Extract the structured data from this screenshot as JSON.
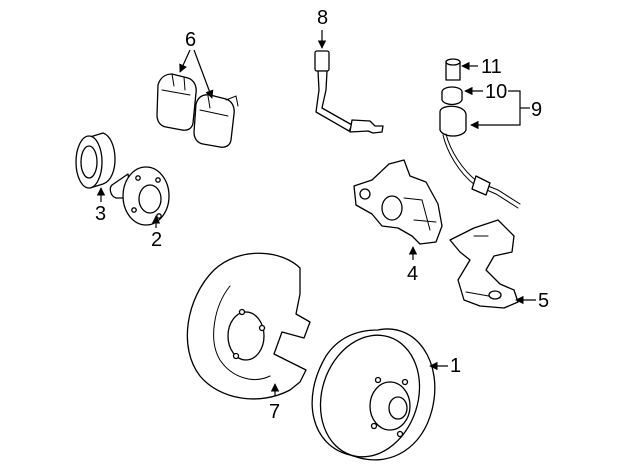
{
  "callouts": {
    "c1": "1",
    "c2": "2",
    "c3": "3",
    "c4": "4",
    "c5": "5",
    "c6": "6",
    "c7": "7",
    "c8": "8",
    "c9": "9",
    "c10": "10",
    "c11": "11"
  },
  "colors": {
    "line": "#000000",
    "fill": "#ffffff"
  }
}
